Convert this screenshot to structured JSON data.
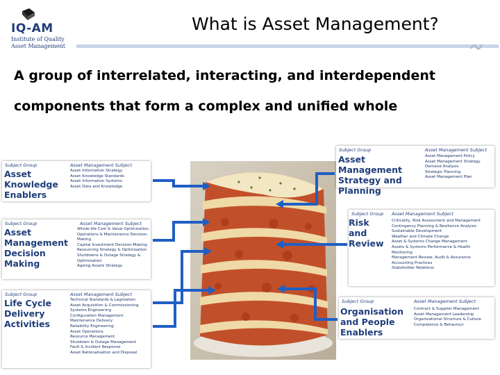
{
  "header": {
    "logo_name": "IQ-AM",
    "logo_line1": "Institute of Quality",
    "logo_line2": "Asset Management",
    "title": "What is Asset Management?"
  },
  "subtitle": {
    "line1": "A group of  interrelated, interacting, and interdependent",
    "line2": "components that form a complex and unified whole"
  },
  "colors": {
    "accent": "#1f3d7a",
    "connector": "#1f5fc4",
    "bar": "#c9d4e6"
  },
  "boxes": [
    {
      "id": "b1",
      "col_group": "Subject Group",
      "col_subject": "Asset Management Subject",
      "group": "Asset Knowledge Enablers",
      "items": [
        "Asset Information Strategy",
        "Asset Knowledge Standards",
        "Asset Information Systems",
        "Asset Data and Knowledge"
      ]
    },
    {
      "id": "b2",
      "col_group": "Subject Group",
      "col_subject": "Asset Management Subject",
      "group": "Asset Management Decision Making",
      "items": [
        "Whole-life Cost & Value Optimisation",
        "Operations & Maintenance Decision-",
        "Making",
        "Capital Investment Decision-Making",
        "Resourcing Strategy & Optimisation",
        "Shutdowns & Outage Strategy &",
        "Optimisation",
        "Ageing Assets Strategy"
      ]
    },
    {
      "id": "b3",
      "col_group": "Subject Group",
      "col_subject": "Asset Management Subject",
      "group": "Life Cycle Delivery Activities",
      "items": [
        "Technical Standards & Legislation",
        "Asset Acquisition & Commissioning",
        "Systems Engineering",
        "Configuration Management",
        "Maintenance Delivery",
        "Reliability Engineering",
        "Asset Operations",
        "Resource Management",
        "Shutdown & Outage Management",
        "Fault & Incident Response",
        "Asset Rationalisation and Disposal"
      ]
    },
    {
      "id": "b4",
      "col_group": "Subject Group",
      "col_subject": "Asset Management Subject",
      "group": "Asset Management Strategy and Planning",
      "items": [
        "Asset Management Policy",
        "Asset Management Strategy",
        "Demand Analysis",
        "Strategic Planning",
        "Asset Management Plan"
      ]
    },
    {
      "id": "b5",
      "col_group": "Subject Group",
      "col_subject": "Asset Management Subject",
      "group": "Risk and Review",
      "items": [
        "Criticality, Risk Assessment and Management",
        "Contingency Planning & Resilience Analysis",
        "Sustainable Development",
        "Weather and Climate Change",
        "Asset & Systems Change Management",
        "Assets & Systems Performance & Health",
        "Monitoring",
        "Management Review, Audit & Assurance",
        "Accounting Practices",
        "Stakeholder Relations"
      ]
    },
    {
      "id": "b6",
      "col_group": "Subject Group",
      "col_subject": "Asset Management Subject",
      "group": "Organisation and People Enablers",
      "items": [
        "Contract & Supplier Management",
        "Asset Management Leadership",
        "Organizational Structure & Culture",
        "Competence & Behaviour"
      ]
    }
  ]
}
